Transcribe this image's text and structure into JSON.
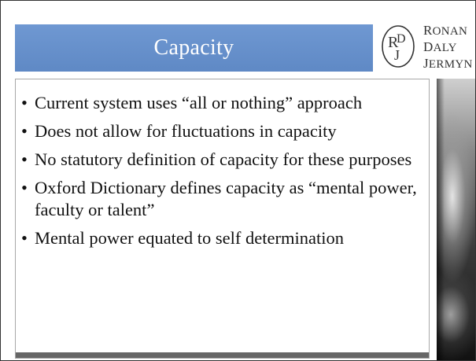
{
  "slide": {
    "title": "Capacity",
    "logo": {
      "monogram": "RDJ",
      "words": [
        "Ronan",
        "Daly",
        "Jermyn"
      ]
    },
    "bullets": [
      "Current system uses “all or nothing” approach",
      "Does not allow for fluctuations in capacity",
      "No statutory definition of capacity for these purposes",
      "Oxford Dictionary defines capacity as “mental power, faculty or talent”",
      "Mental power equated to self determination"
    ],
    "bullet_symbol": "•"
  },
  "colors": {
    "title_bar": "#6f98d2",
    "title_text": "#ffffff",
    "bottom_bar": "#666666"
  }
}
